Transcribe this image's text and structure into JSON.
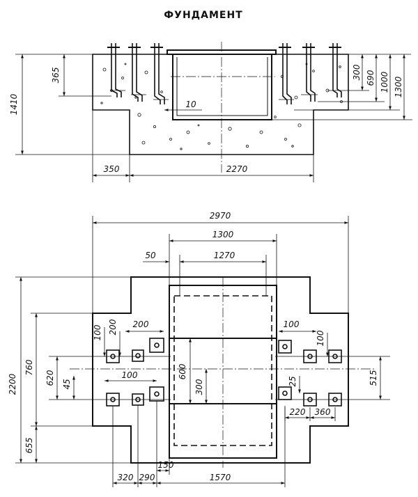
{
  "title": "ФУНДАМЕНТ",
  "section": {
    "dims": {
      "d1410": "1410",
      "d365": "365",
      "d10": "10",
      "d350": "350",
      "d2270": "2270",
      "d300": "300",
      "d690": "690",
      "d1000": "1000",
      "d1300": "1300"
    }
  },
  "plan": {
    "dims": {
      "d2970": "2970",
      "d1300": "1300",
      "d50": "50",
      "d1270": "1270",
      "d2200": "2200",
      "d760": "760",
      "d620": "620",
      "d45": "45",
      "d655": "655",
      "d100a": "100",
      "d200a": "200",
      "d200b": "200",
      "d100b": "100",
      "d600": "600",
      "d300": "300",
      "d100c": "100",
      "d100d": "100",
      "d515": "515",
      "d25": "25",
      "d220": "220",
      "d360": "360",
      "d320": "320",
      "d290": "290",
      "d150": "150",
      "d1570": "1570"
    }
  }
}
